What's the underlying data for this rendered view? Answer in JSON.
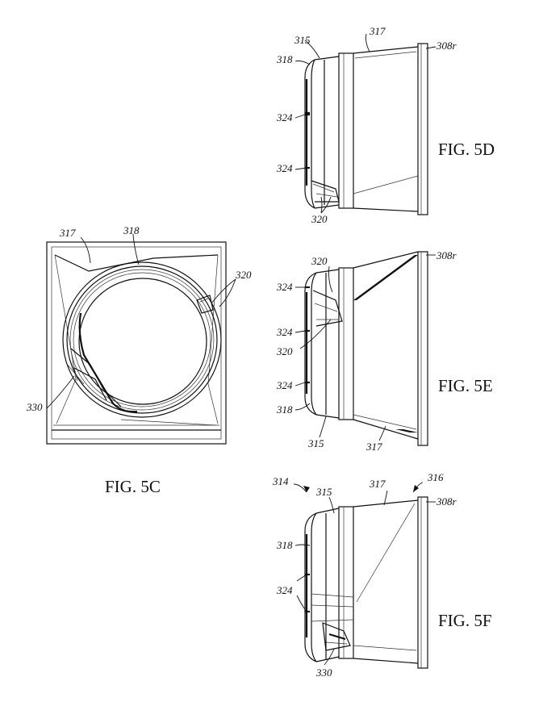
{
  "figures": {
    "fig_5c": {
      "caption": "FIG. 5C",
      "labels": {
        "l317": "317",
        "l318": "318",
        "l320": "320",
        "l330": "330"
      }
    },
    "fig_5d": {
      "caption": "FIG. 5D",
      "labels": {
        "l315": "315",
        "l317": "317",
        "l308r": "308r",
        "l318": "318",
        "l324a": "324",
        "l324b": "324",
        "l320": "320"
      }
    },
    "fig_5e": {
      "caption": "FIG. 5E",
      "labels": {
        "l320a": "320",
        "l308r": "308r",
        "l324a": "324",
        "l324b": "324",
        "l320b": "320",
        "l324c": "324",
        "l318": "318",
        "l315": "315",
        "l317": "317"
      }
    },
    "fig_5f": {
      "caption": "FIG. 5F",
      "labels": {
        "l314": "314",
        "l315": "315",
        "l317": "317",
        "l316": "316",
        "l308r": "308r",
        "l318": "318",
        "l324": "324",
        "l330": "330"
      }
    }
  },
  "colors": {
    "ink": "#111111",
    "paper": "#ffffff"
  }
}
